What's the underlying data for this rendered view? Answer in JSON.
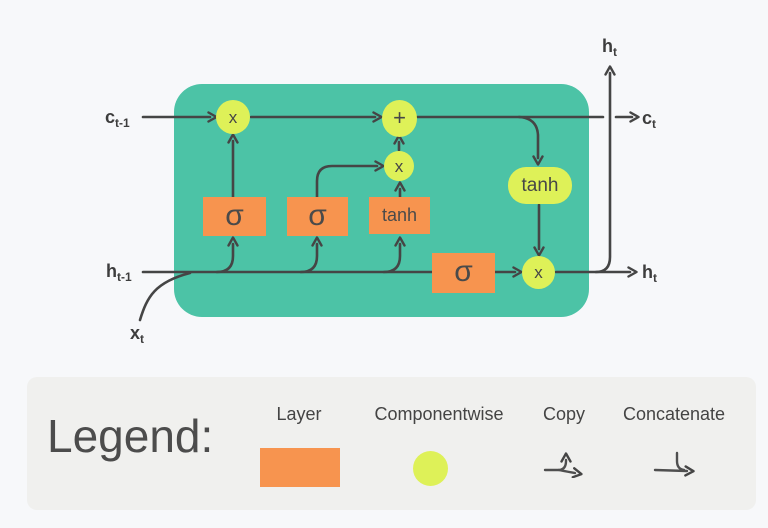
{
  "colors": {
    "background": "#f7f8fa",
    "cell_body": "#4cc3a6",
    "layer_box": "#f7944f",
    "componentwise": "#def158",
    "wire": "#454545",
    "legend_panel": "#f0f0ee"
  },
  "diagram": {
    "labels": {
      "c_prev": {
        "main": "c",
        "sub": "t-1"
      },
      "h_prev": {
        "main": "h",
        "sub": "t-1"
      },
      "x_in": {
        "main": "x",
        "sub": "t"
      },
      "h_out_top": {
        "main": "h",
        "sub": "t"
      },
      "c_out": {
        "main": "c",
        "sub": "t"
      },
      "h_out_right": {
        "main": "h",
        "sub": "t"
      }
    },
    "gates": {
      "sigma1": "σ",
      "sigma2": "σ",
      "tanh_layer": "tanh",
      "sigma3": "σ"
    },
    "ops": {
      "forget": "x",
      "add": "+",
      "modulate": "x",
      "tanh_pointwise": "tanh",
      "output": "x"
    }
  },
  "legend": {
    "title": "Legend:",
    "items": [
      {
        "label": "Layer"
      },
      {
        "label": "Componentwise"
      },
      {
        "label": "Copy"
      },
      {
        "label": "Concatenate"
      }
    ]
  }
}
